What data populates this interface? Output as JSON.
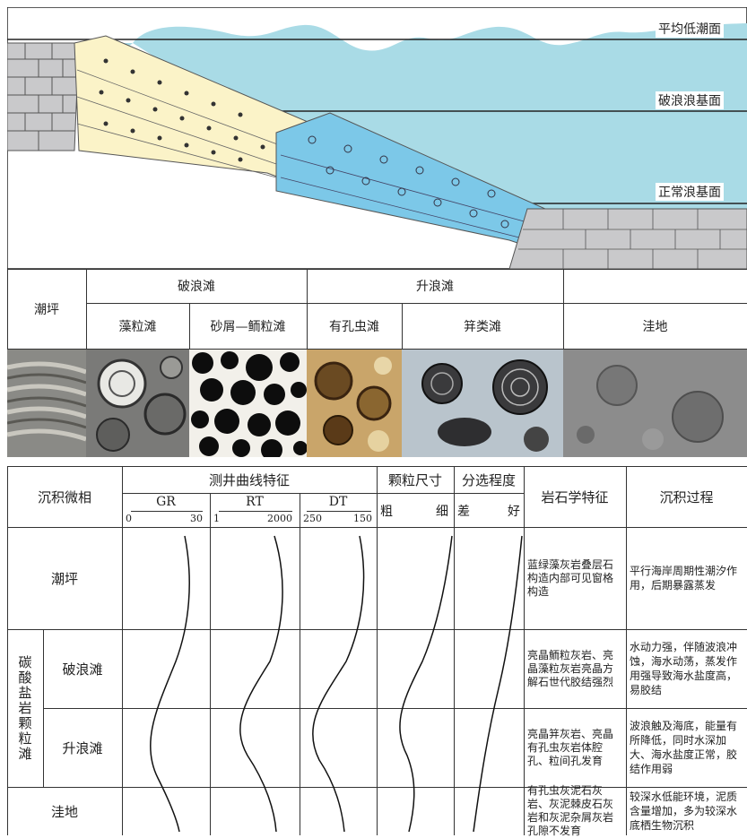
{
  "sea_levels": {
    "mean_low_tide": "平均低潮面",
    "surf_base": "破浪浪基面",
    "normal_wave_base": "正常浪基面"
  },
  "facies_header": {
    "tidal_flat": "潮坪",
    "breaker_shoal": "破浪滩",
    "upwelling_shoal": "升浪滩",
    "algal_shoal": "藻粒滩",
    "debris_oolitic_shoal": "砂屑—鲕粒滩",
    "foram_shoal": "有孔虫滩",
    "fusulinid_shoal": "䈂类滩",
    "depression": "洼地"
  },
  "table": {
    "col_facies": "沉积微相",
    "col_logging": "测井曲线特征",
    "col_grain_size": "颗粒尺寸",
    "col_sorting": "分选程度",
    "col_lithology": "岩石学特征",
    "col_process": "沉积过程",
    "gr": {
      "name": "GR",
      "min": "0",
      "max": "30"
    },
    "rt": {
      "name": "RT",
      "min": "1",
      "max": "2000"
    },
    "dt": {
      "name": "DT",
      "min": "250",
      "max": "150"
    },
    "grain_coarse": "粗",
    "grain_fine": "细",
    "sort_poor": "差",
    "sort_good": "好",
    "group_label": "碳酸盐岩颗粒滩",
    "rows": [
      {
        "facies": "潮坪",
        "lithology": "蓝绿藻灰岩叠层石构造内部可见窗格构造",
        "process": "平行海岸周期性潮汐作用，后期暴露蒸发"
      },
      {
        "facies": "破浪滩",
        "lithology": "亮晶鲕粒灰岩、亮晶藻粒灰岩亮晶方解石世代胶结强烈",
        "process": "水动力强，伴随波浪冲蚀，海水动荡，蒸发作用强导致海水盐度高，易胶结"
      },
      {
        "facies": "升浪滩",
        "lithology": "亮晶䈂灰岩、亮晶有孔虫灰岩体腔孔、粒间孔发育",
        "process": "波浪触及海底，能量有所降低，同时水深加大、海水盐度正常，胶结作用弱"
      },
      {
        "facies": "洼地",
        "lithology": "有孔虫灰泥石灰岩、灰泥棘皮石灰岩和灰泥杂屑灰岩孔隙不发育",
        "process": "较深水低能环境，泥质含量增加，多为较深水底栖生物沉积"
      }
    ]
  },
  "colors": {
    "sea": "#a9dbe6",
    "shoal_yellow": "#fbf3c8",
    "shoal_blue": "#7cc8e8",
    "gray_rock": "#c9c9cb"
  }
}
